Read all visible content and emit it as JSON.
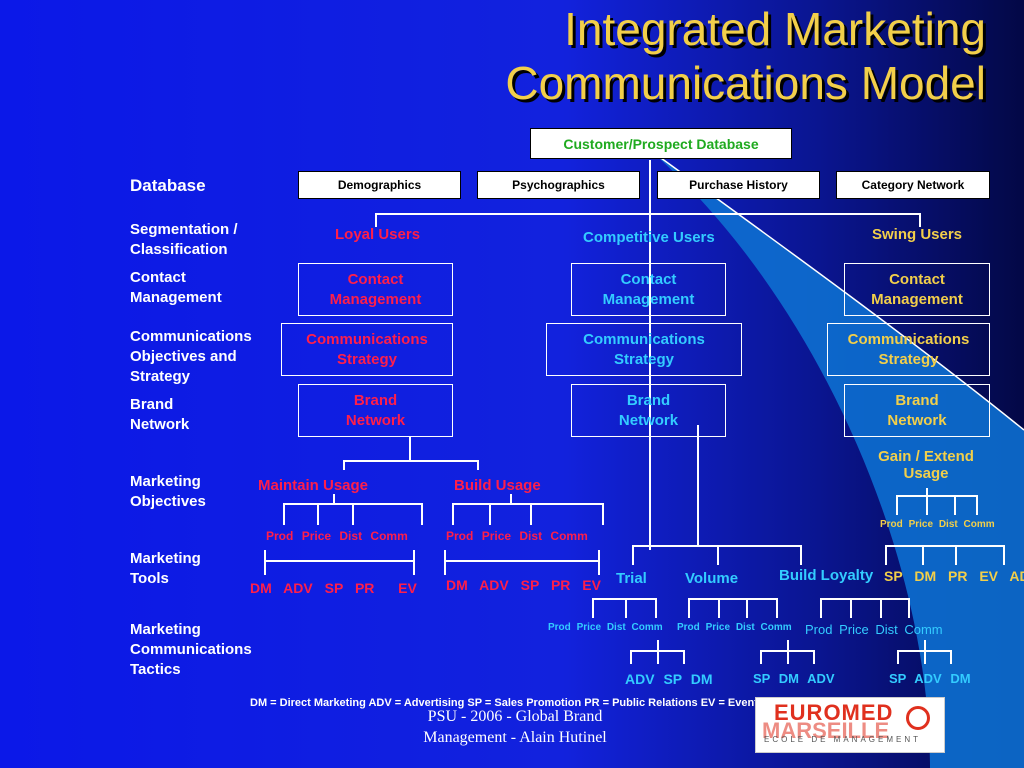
{
  "title": {
    "line1": "Integrated Marketing",
    "line2": "Communications Model"
  },
  "database_box": "Customer/Prospect Database",
  "data_sources": [
    "Demographics",
    "Psychographics",
    "Purchase History",
    "Category Network"
  ],
  "row_labels": {
    "database": "Database",
    "segmentation": [
      "Segmentation /",
      "Classification"
    ],
    "contact": [
      "Contact",
      "Management"
    ],
    "comms": [
      "Communications",
      "Objectives and",
      "Strategy"
    ],
    "brand": [
      "Brand",
      "Network"
    ],
    "objectives": [
      "Marketing",
      "Objectives"
    ],
    "tools": [
      "Marketing",
      "Tools"
    ],
    "tactics": [
      "Marketing",
      "Communications",
      "Tactics"
    ]
  },
  "segments": {
    "loyal": "Loyal Users",
    "competitive": "Competitive Users",
    "swing": "Swing Users"
  },
  "contact_mgmt": [
    "Contact",
    "Management"
  ],
  "comm_strategy": [
    "Communications",
    "Strategy"
  ],
  "brand_network": [
    "Brand",
    "Network"
  ],
  "objectives": {
    "maintain": "Maintain Usage",
    "build": "Build Usage",
    "gain": [
      "Gain / Extend",
      "Usage"
    ],
    "trial": "Trial",
    "volume": "Volume",
    "loyalty": "Build Loyalty"
  },
  "mix": [
    "Prod",
    "Price",
    "Dist",
    "Comm"
  ],
  "tools": {
    "loyal": [
      "DM",
      "ADV",
      "SP",
      "PR",
      "EV"
    ],
    "build": [
      "DM",
      "ADV",
      "SP",
      "PR",
      "EV"
    ],
    "swing": [
      "SP",
      "DM",
      "PR",
      "EV",
      "AD"
    ]
  },
  "tactics": {
    "trial": [
      "ADV",
      "SP",
      "DM"
    ],
    "volume": [
      "SP",
      "DM",
      "ADV"
    ],
    "loyalty": [
      "SP",
      "ADV",
      "DM"
    ]
  },
  "legend": "DM = Direct Marketing   ADV = Advertising   SP = Sales Promotion   PR = Public Relations   EV = Event Marketing",
  "footer": [
    "PSU - 2006 - Global Brand",
    "Management - Alain Hutinel"
  ],
  "logo": {
    "line1": "EUROMED",
    "line2": "MARSEILLE",
    "line3": "ECOLE DE MANAGEMENT"
  }
}
